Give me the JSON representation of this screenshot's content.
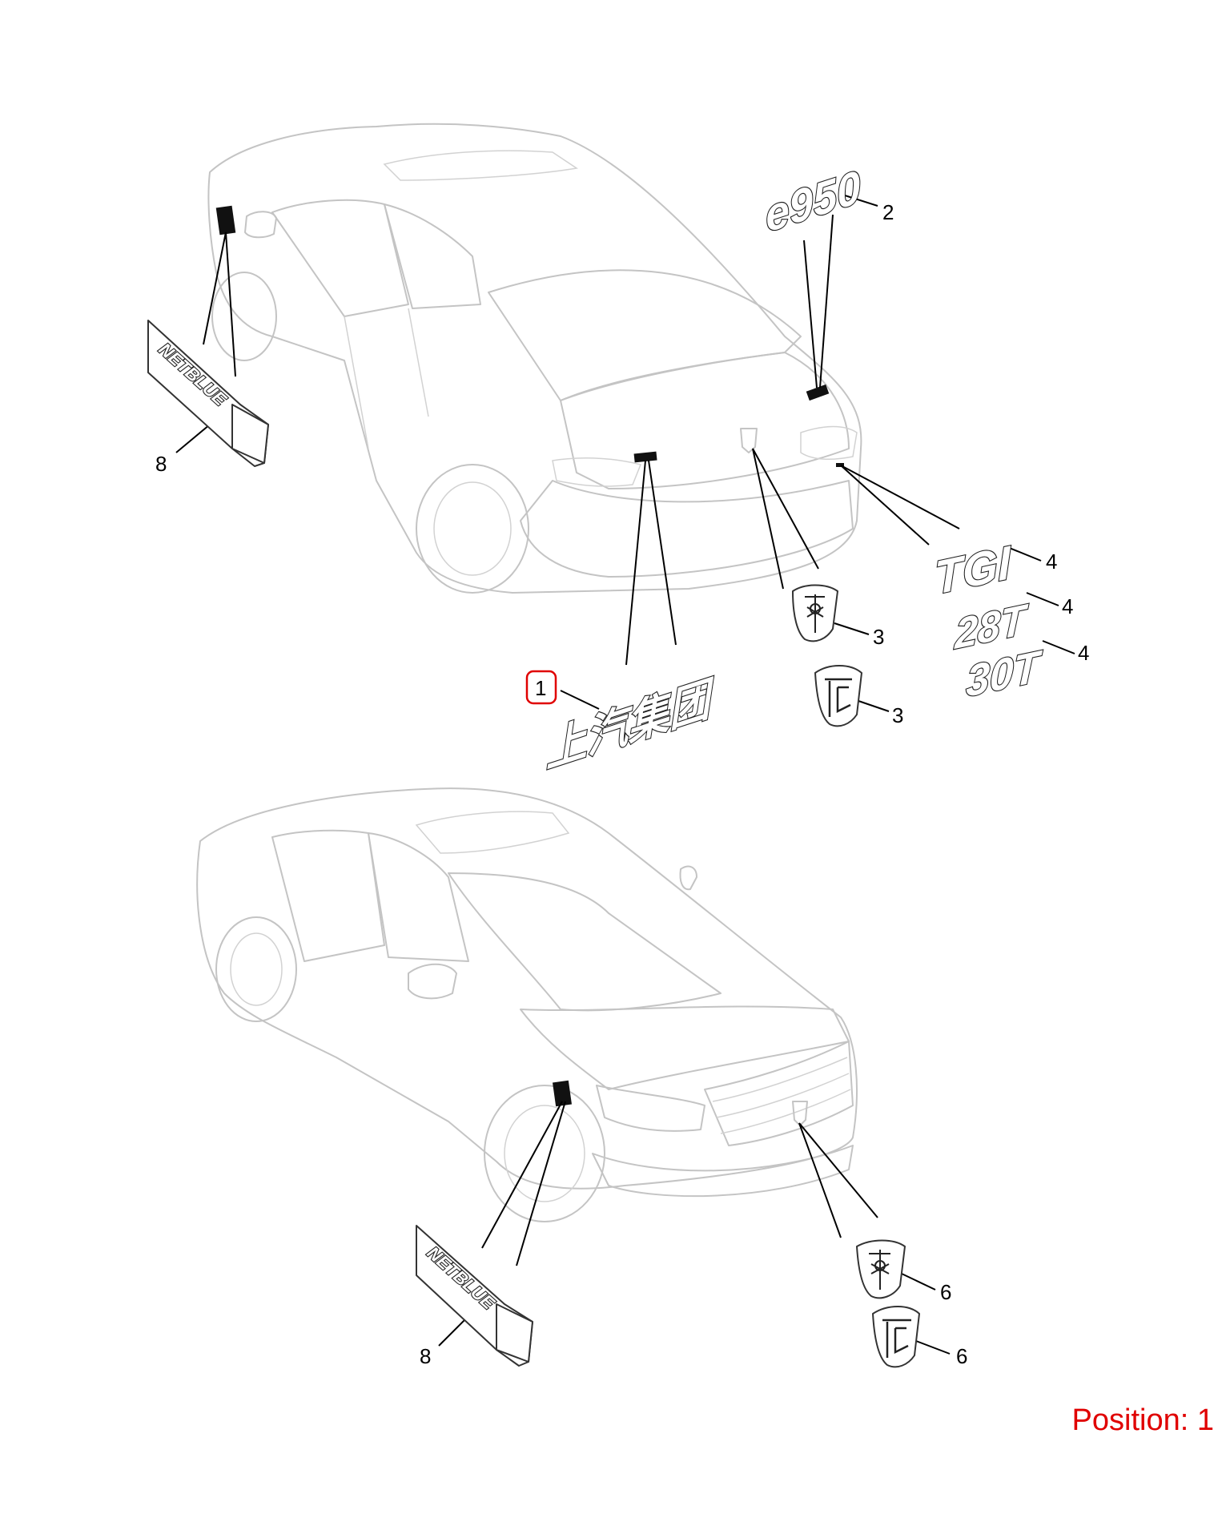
{
  "callouts": [
    {
      "id": "c1",
      "number": "1"
    },
    {
      "id": "c2",
      "number": "2"
    },
    {
      "id": "c3a",
      "number": "3"
    },
    {
      "id": "c3b",
      "number": "3"
    },
    {
      "id": "c4a",
      "number": "4"
    },
    {
      "id": "c4b",
      "number": "4"
    },
    {
      "id": "c4c",
      "number": "4"
    },
    {
      "id": "c6a",
      "number": "6"
    },
    {
      "id": "c6b",
      "number": "6"
    },
    {
      "id": "c8a",
      "number": "8"
    },
    {
      "id": "c8b",
      "number": "8"
    }
  ],
  "badges": {
    "b1": "上汽集团",
    "b2": "e950",
    "b4a": "TGI",
    "b4b": "28T",
    "b4c": "30T",
    "b8a": "NETBLUE",
    "b8b": "NETBLUE"
  },
  "highlight": {
    "callout_number": "1",
    "color": "#e00000"
  },
  "position_label": "Position: 1"
}
